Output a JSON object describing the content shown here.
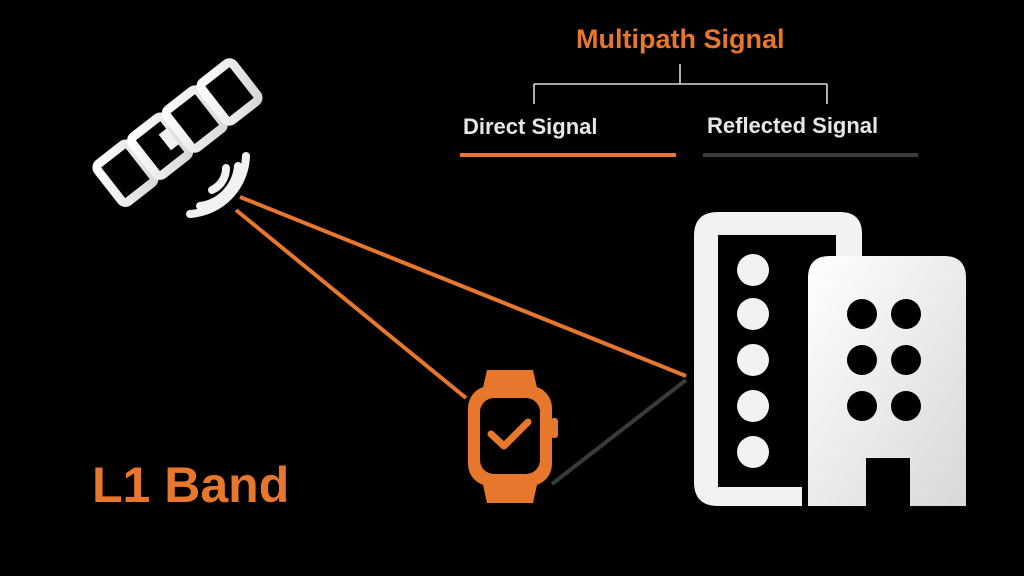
{
  "legend": {
    "title": "Multipath Signal",
    "direct_label": "Direct Signal",
    "reflected_label": "Reflected Signal"
  },
  "band_label": "L1 Band",
  "colors": {
    "background": "#000000",
    "accent": "#e8772e",
    "direct_signal": "#e8772e",
    "reflected_signal": "#3a3a3a",
    "icon_fill": "#f2f2f2",
    "legend_text": "#e6e6e6",
    "bracket_line": "#d9d9d9"
  },
  "icons": {
    "satellite": "satellite-icon",
    "watch": "smartwatch-icon",
    "building": "building-icon"
  }
}
